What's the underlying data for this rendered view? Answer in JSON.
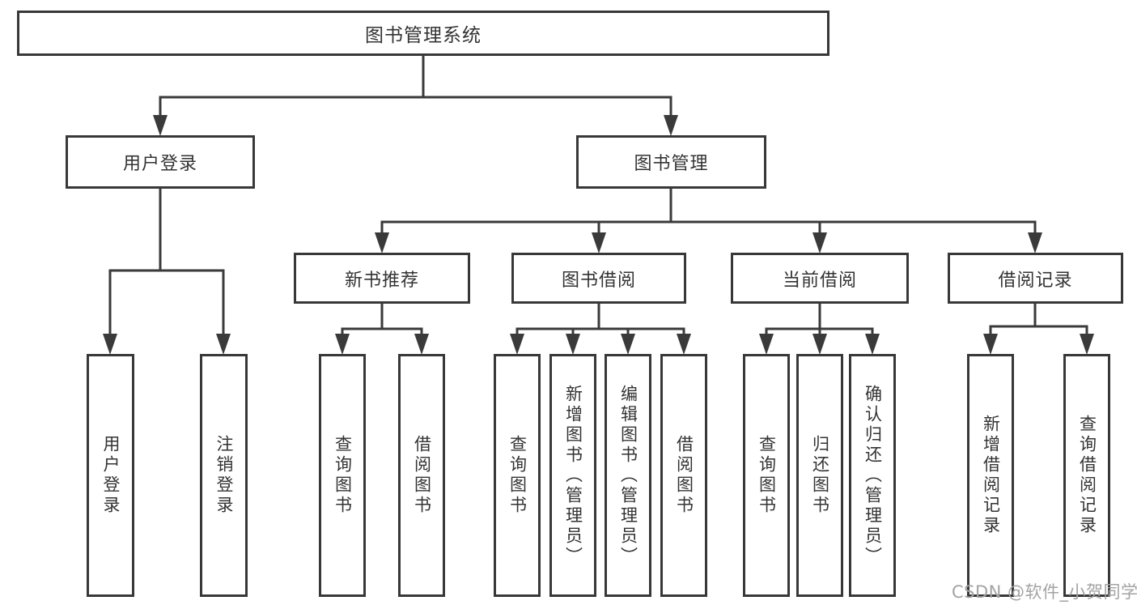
{
  "diagram": {
    "root_label": "图书管理系统",
    "branches": [
      {
        "label": "用户登录",
        "leaves": [
          {
            "label": "用户登录"
          },
          {
            "label": "注销登录"
          }
        ]
      },
      {
        "label": "图书管理",
        "groups": [
          {
            "label": "新书推荐",
            "leaves": [
              {
                "label": "查询图书"
              },
              {
                "label": "借阅图书"
              }
            ]
          },
          {
            "label": "图书借阅",
            "leaves": [
              {
                "label": "查询图书"
              },
              {
                "label": "新增图书（管理员）"
              },
              {
                "label": "编辑图书（管理员）"
              },
              {
                "label": "借阅图书"
              }
            ]
          },
          {
            "label": "当前借阅",
            "leaves": [
              {
                "label": "查询图书"
              },
              {
                "label": "归还图书"
              },
              {
                "label": "确认归还（管理员）"
              }
            ]
          },
          {
            "label": "借阅记录",
            "leaves": [
              {
                "label": "新增借阅记录"
              },
              {
                "label": "查询借阅记录"
              }
            ]
          }
        ]
      }
    ]
  },
  "watermark": {
    "text": "CSDN @软件_小贺同学"
  },
  "colors": {
    "line": "#3a3a3a",
    "box_border": "#383838",
    "text": "#333333",
    "watermark": "#a3a3a3",
    "background": "#ffffff"
  }
}
